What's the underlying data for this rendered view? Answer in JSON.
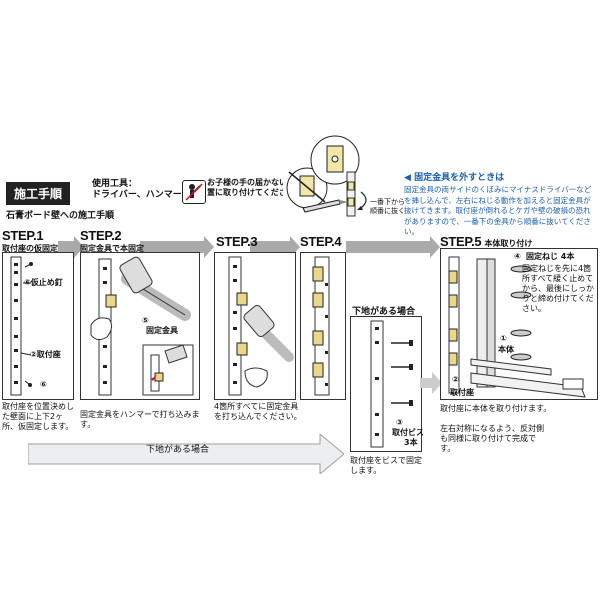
{
  "header": {
    "title": "施工手順",
    "tools_label": "使用工具：",
    "tools_value": "ドライバー、ハンマー",
    "subtitle": "石膏ボード壁への施工手順",
    "child_warning": "お子様の手の届かない位置に取り付けてください"
  },
  "removal_box": {
    "title": "固定金具を外すときは",
    "body": "固定金具の両サイドのくぼみにマイナスドライバーなどを挿し込んで、左右にねじる動作を加えると固定金具が抜けてきます。取付座が倒れるとケガや壁の破損の恐れがありますので、一番下の金具から順番に抜いてください。",
    "callout": "一番下から順番に抜く"
  },
  "steps": [
    {
      "label": "STEP.1",
      "sub": "取付座の仮固定",
      "callouts": [
        "⑥仮止め釘",
        "②取付座"
      ],
      "num_marks": [
        "⑥",
        "⑥"
      ],
      "caption": "取付座を位置決めした壁面に上下2ヶ所、仮固定します。"
    },
    {
      "label": "STEP.2",
      "sub": "固定金具で本固定",
      "callouts": [
        "⑤",
        "固定金具"
      ],
      "caption": "固定金具をハンマーで打ち込みます。"
    },
    {
      "label": "STEP.3",
      "sub": "",
      "caption": "4箇所すべてに固定金具を打ち込んでください。"
    },
    {
      "label": "STEP.4",
      "sub": "",
      "caption": ""
    },
    {
      "label": "STEP.5",
      "sub": "本体取り付け",
      "callouts": [
        "④",
        "固定ねじ 4本",
        "①",
        "本体",
        "②",
        "取付座"
      ],
      "side_note": "固定ねじを先に4箇所すべて緩く止めてから、最後にしっかりと締め付けてください。",
      "caption": "取付座に本体を取り付けます。",
      "caption2": "左右対称になるよう、反対側も同様に取り付けて完成です。"
    }
  ],
  "base_case": {
    "title": "下地がある場合",
    "callouts": [
      "③",
      "取付ビス",
      "3本"
    ],
    "caption": "取付座をビスで固定します。",
    "arrow_label": "下地がある場合"
  }
}
